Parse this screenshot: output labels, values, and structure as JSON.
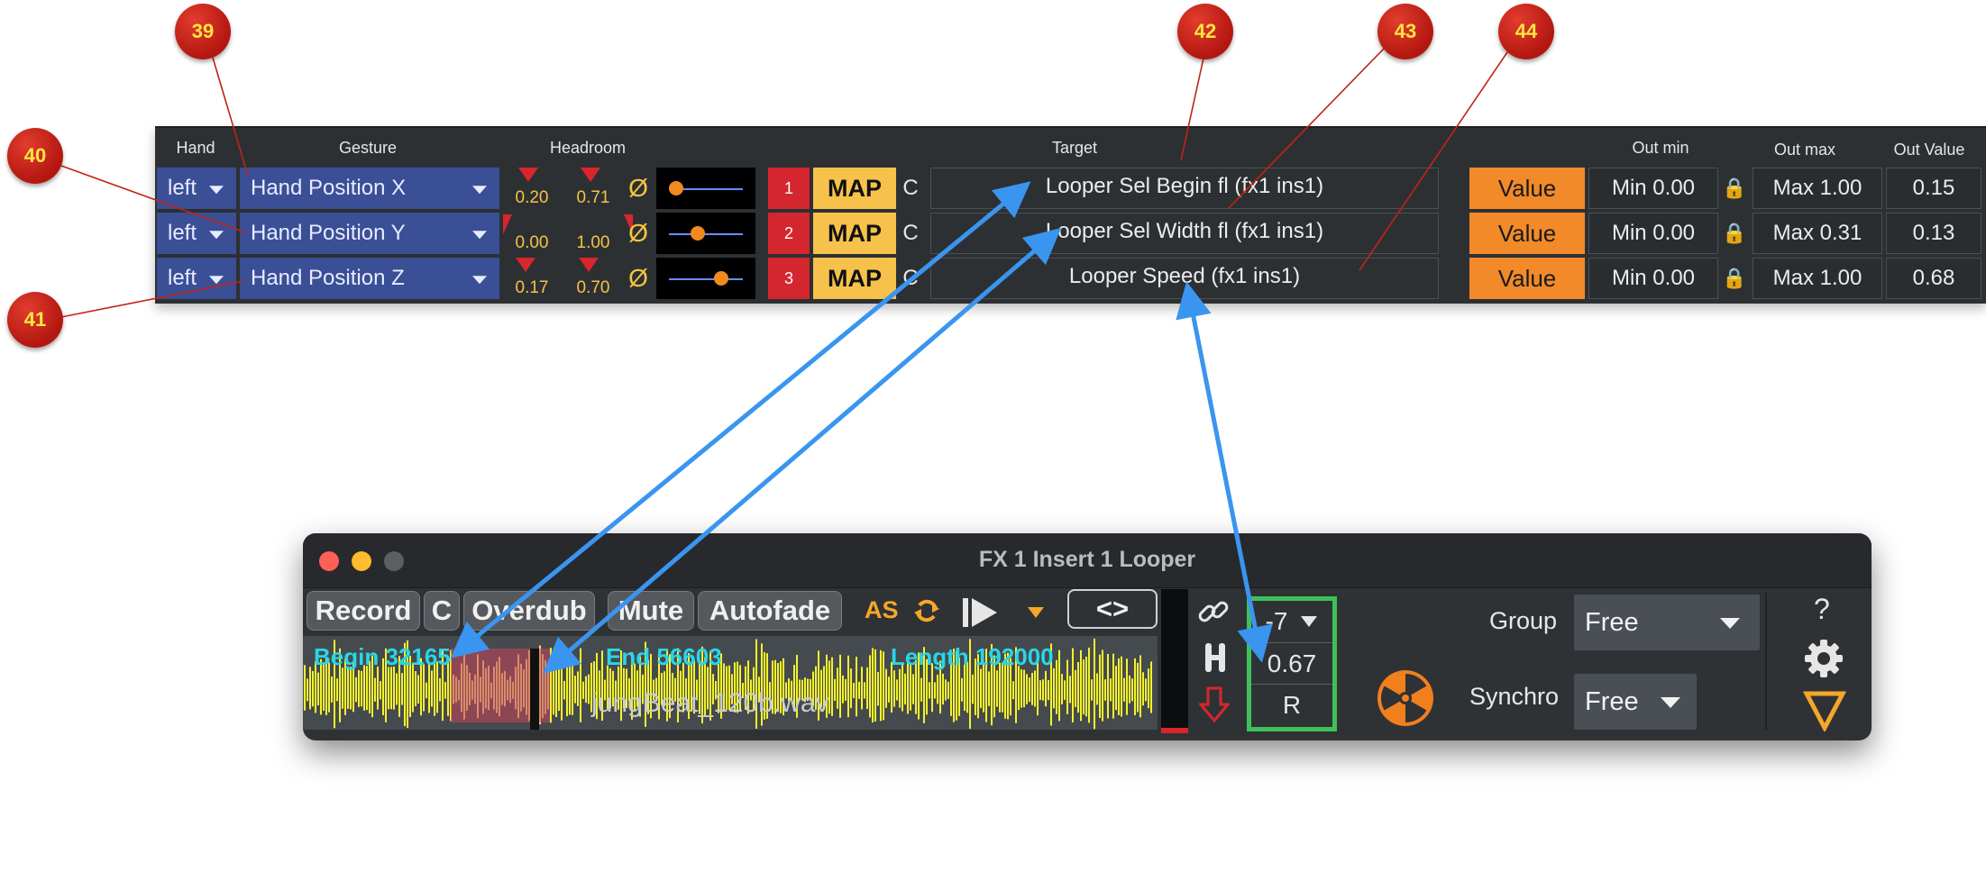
{
  "mapper": {
    "headers": {
      "hand": "Hand",
      "gesture": "Gesture",
      "headroom": "Headroom",
      "target": "Target",
      "out_min": "Out min",
      "out_max": "Out max",
      "out_value": "Out Value"
    },
    "rows": [
      {
        "hand": "left",
        "gesture": "Hand Position X",
        "headroom_low": "0.20",
        "headroom_high": "0.71",
        "phase": "Ø",
        "slider_level": 0.2,
        "num": "1",
        "map": "MAP",
        "c": "C",
        "target": "Looper Sel Begin fl (fx1 ins1)",
        "value": "Value",
        "min": "Min 0.00",
        "max": "Max 1.00",
        "out": "0.15"
      },
      {
        "hand": "left",
        "gesture": "Hand Position Y",
        "headroom_low": "0.00",
        "headroom_high": "1.00",
        "phase": "Ø",
        "slider_level": 0.45,
        "num": "2",
        "map": "MAP",
        "c": "C",
        "target": "Looper Sel Width fl (fx1 ins1)",
        "value": "Value",
        "min": "Min 0.00",
        "max": "Max 0.31",
        "out": "0.13"
      },
      {
        "hand": "left",
        "gesture": "Hand Position Z",
        "headroom_low": "0.17",
        "headroom_high": "0.70",
        "phase": "Ø",
        "slider_level": 0.68,
        "num": "3",
        "map": "MAP",
        "c": "C",
        "target": "Looper Speed (fx1 ins1)",
        "value": "Value",
        "min": "Min 0.00",
        "max": "Max 1.00",
        "out": "0.68"
      }
    ]
  },
  "callouts": [
    "39",
    "40",
    "41",
    "42",
    "43",
    "44"
  ],
  "looper": {
    "title": "FX 1 Insert 1 Looper",
    "buttons": {
      "record": "Record",
      "c": "C",
      "overdub": "Overdub",
      "mute": "Mute",
      "autofade": "Autofade"
    },
    "as_label": "AS",
    "begin": "Begin 32165",
    "end": "End 56603",
    "length": "Length 192000",
    "filename": "jungBeat_120b.wav",
    "speed": {
      "semitone": "-7",
      "value": "0.67",
      "reset": "R"
    },
    "group_label": "Group",
    "group_value": "Free",
    "synchro_label": "Synchro",
    "synchro_value": "Free",
    "help": "?",
    "arrows_label": "<>"
  },
  "colors": {
    "accent_blue": "#3b4f97",
    "map_yellow": "#f6c24b",
    "value_orange": "#f28a2a",
    "arrow_blue": "#3a95f0",
    "wave_yellow": "#f5f22a",
    "speed_green": "#3dc15a"
  }
}
